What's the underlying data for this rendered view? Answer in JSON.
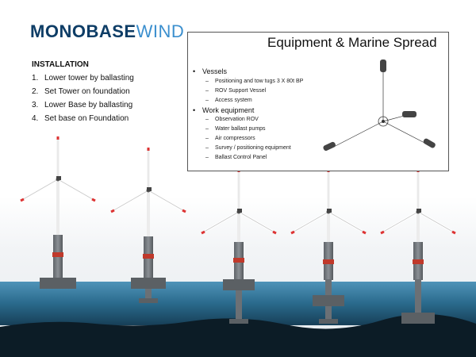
{
  "logo": {
    "part1": "MONOBASE",
    "part2": "WIND"
  },
  "installation": {
    "title": "INSTALLATION",
    "steps": [
      {
        "num": "1.",
        "text": "Lower tower by ballasting"
      },
      {
        "num": "2.",
        "text": "Set Tower on foundation"
      },
      {
        "num": "3.",
        "text": "Lower Base by ballasting"
      },
      {
        "num": "4.",
        "text": "Set base on Foundation"
      }
    ]
  },
  "panel": {
    "title": "Equipment & Marine Spread",
    "vessels": {
      "bullet": "•",
      "label": "Vessels",
      "items": [
        "Positioning and tow tugs 3 X 80t BP",
        "ROV Support Vessel",
        "Access system"
      ]
    },
    "work": {
      "bullet": "•",
      "label": "Work equipment",
      "items": [
        "Observation ROV",
        "Water ballast pumps",
        "Air compressors",
        "Survey / positioning equipment",
        "Ballast Control Panel"
      ]
    },
    "dash": "–"
  },
  "colors": {
    "logo_dark": "#0e3d66",
    "logo_light": "#3b8fce",
    "sea": "#1f5a7a",
    "seabed": "#0c1c26",
    "tower": "#7a7f84",
    "accent_red": "#c0392b"
  }
}
